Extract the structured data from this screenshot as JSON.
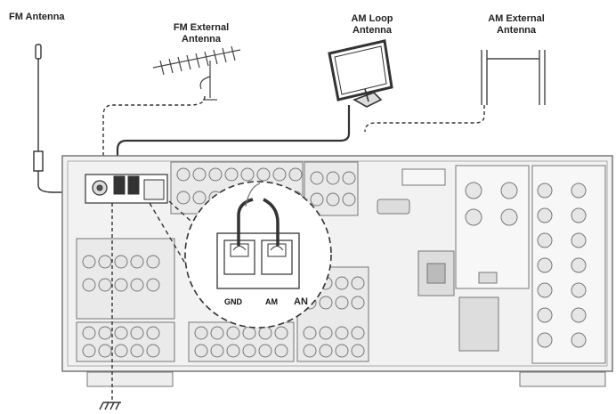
{
  "labels": {
    "fm_antenna": "FM Antenna",
    "fm_external_line1": "FM External",
    "fm_external_line2": "Antenna",
    "am_loop_line1": "AM Loop",
    "am_loop_line2": "Antenna",
    "am_external_line1": "AM External",
    "am_external_line2": "Antenna"
  },
  "terminal_labels": {
    "gnd": "GND",
    "am": "AM",
    "am_partial": "AN"
  },
  "colors": {
    "line": "#333333",
    "panel": "#f2f2f2",
    "panel_stroke": "#777777",
    "jack": "#d8d8d8"
  }
}
